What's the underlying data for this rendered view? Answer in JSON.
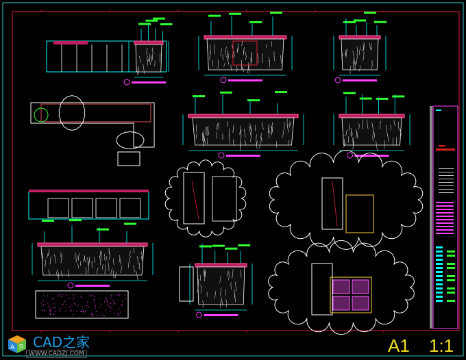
{
  "sheet": {
    "paper_size": "A1",
    "scale": "1:1",
    "colors": {
      "background": "#000000",
      "frame": "#e01e3c",
      "outer_frame": "#3ac8c8",
      "dims": "#00ffff",
      "notes": "#ff40ff",
      "green": "#30ff30",
      "scale_text": "#f0e020",
      "cloud": "#ffffff"
    }
  },
  "logo": {
    "brand": "CAD之家",
    "url": "WWW.CADZJ.COM",
    "cube_letters": "AD"
  }
}
